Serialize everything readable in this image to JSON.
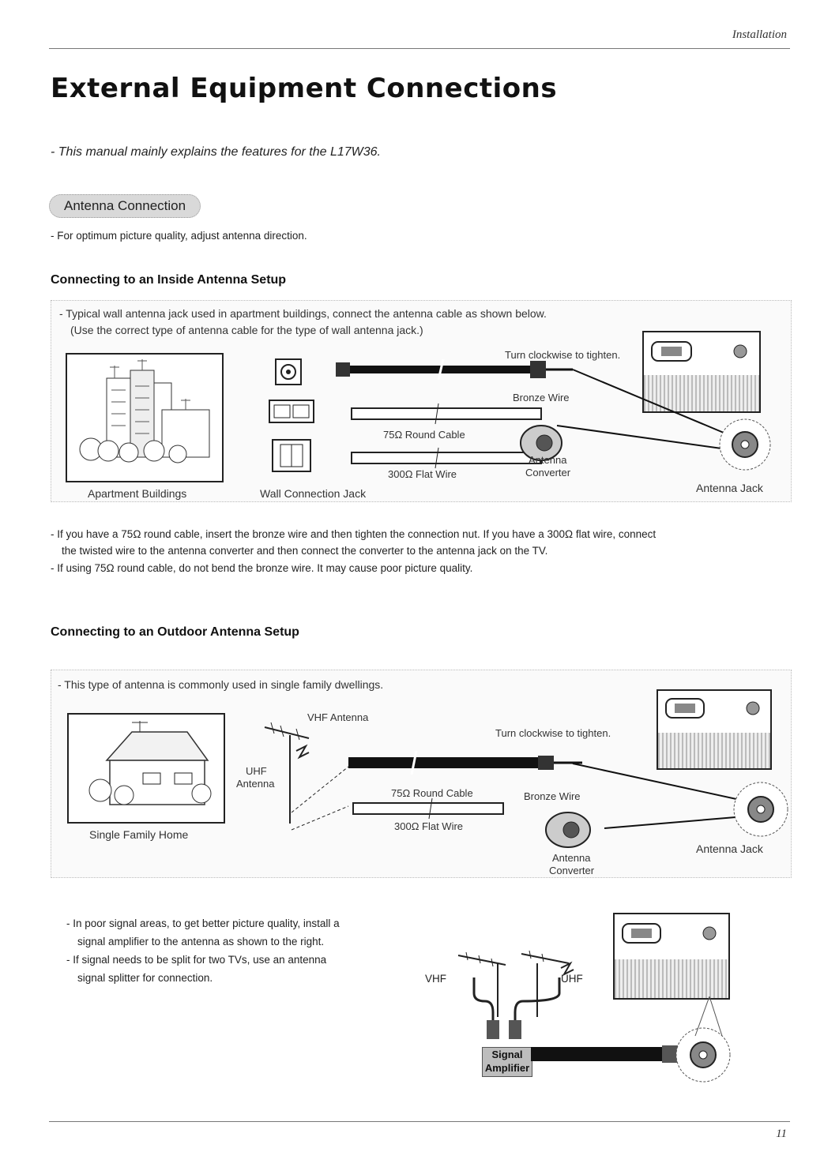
{
  "header": {
    "section": "Installation"
  },
  "page": {
    "title": "External Equipment Connections",
    "subtitle": "- This manual mainly explains the features for the L17W36.",
    "number": "11"
  },
  "antenna": {
    "pill": "Antenna Connection",
    "intro": "- For optimum picture quality, adjust antenna direction."
  },
  "inside": {
    "heading": "Connecting to an Inside Antenna Setup",
    "fig_note_1": "- Typical wall antenna jack used in apartment buildings, connect the antenna cable as shown below.",
    "fig_note_2": "(Use the correct type of antenna cable for the type of wall antenna jack.)",
    "labels": {
      "turn": "Turn clockwise to tighten.",
      "bronze": "Bronze Wire",
      "round": "75Ω Round Cable",
      "flat": "300Ω Flat Wire",
      "converter_1": "Antenna",
      "converter_2": "Converter",
      "apartment": "Apartment Buildings",
      "wall": "Wall Connection Jack",
      "jack": "Antenna Jack"
    },
    "note_1": "- If you have a 75Ω round cable, insert the bronze wire and then tighten the connection nut. If you have a 300Ω flat wire, connect",
    "note_1b": "the twisted wire to the antenna converter and then connect the converter to the antenna jack on the TV.",
    "note_2": "- If using 75Ω round cable, do not bend the bronze wire. It may cause poor picture quality."
  },
  "outdoor": {
    "heading": "Connecting to an Outdoor Antenna Setup",
    "fig_note": "- This type of antenna is commonly used in single family dwellings.",
    "labels": {
      "vhf": "VHF Antenna",
      "uhf_1": "UHF",
      "uhf_2": "Antenna",
      "turn": "Turn clockwise to tighten.",
      "round": "75Ω Round Cable",
      "bronze": "Bronze Wire",
      "flat": "300Ω Flat Wire",
      "home": "Single Family Home",
      "converter_1": "Antenna",
      "converter_2": "Converter",
      "jack": "Antenna Jack"
    }
  },
  "amplifier": {
    "note_1": "- In poor signal areas, to get better picture quality, install a",
    "note_1b": "signal amplifier to the antenna as shown to the right.",
    "note_2": "- If signal needs to be split for two TVs, use an antenna",
    "note_2b": "signal splitter for connection.",
    "vhf": "VHF",
    "uhf": "UHF",
    "amp_1": "Signal",
    "amp_2": "Amplifier"
  }
}
